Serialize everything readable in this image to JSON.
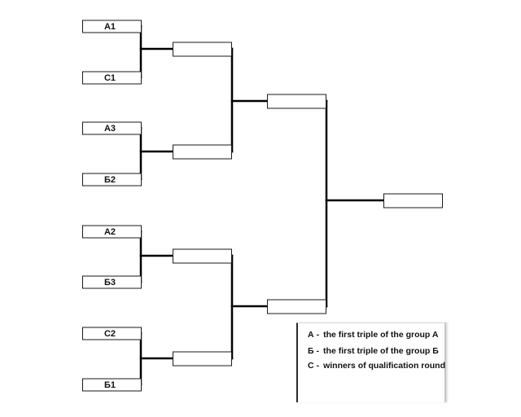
{
  "bracket": {
    "round1": [
      "A1",
      "C1",
      "A3",
      "Б2",
      "A2",
      "Б3",
      "C2",
      "Б1"
    ],
    "round2": [
      "",
      "",
      "",
      ""
    ],
    "semifinal": [
      "",
      ""
    ],
    "final": ""
  },
  "legend": {
    "items": [
      {
        "key": "A",
        "sep": "-",
        "text": "the first triple of the group A"
      },
      {
        "key": "Б",
        "sep": "-",
        "text": "the first triple of the group Б"
      },
      {
        "key": "C",
        "sep": "-",
        "text": "winners of qualification round"
      }
    ]
  }
}
